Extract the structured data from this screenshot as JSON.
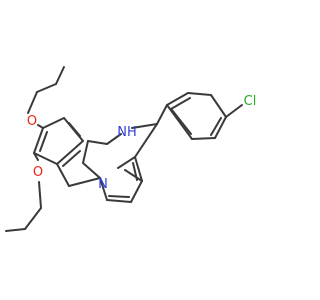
{
  "molecule": {
    "atom_labels": {
      "chlorine": "Cl",
      "amine_nh": "NH",
      "pyrrole_n": "N",
      "ether_o_upper": "O",
      "ether_o_lower": "O"
    },
    "colors": {
      "bond": "#3a3a3a",
      "nitrogen": "#2f3fd8",
      "oxygen": "#e8241a",
      "chlorine": "#2aa82a",
      "background": "#ffffff"
    }
  }
}
